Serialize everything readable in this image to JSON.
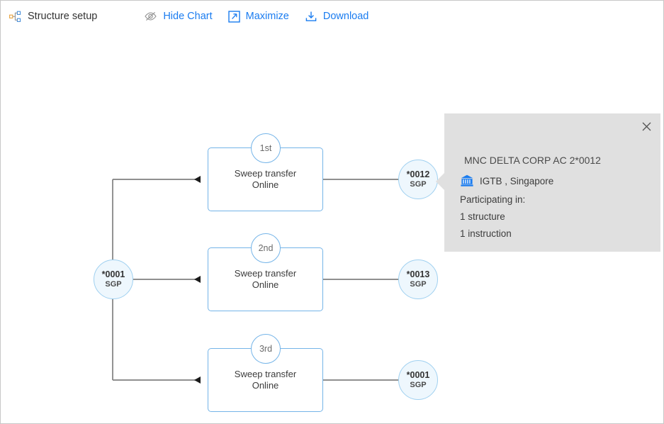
{
  "toolbar": {
    "structure_icon": "sitemap-icon",
    "structure_label": "Structure setup",
    "actions": [
      {
        "icon": "eye-slash-icon",
        "label": "Hide Chart"
      },
      {
        "icon": "maximize-icon",
        "label": "Maximize"
      },
      {
        "icon": "download-icon",
        "label": "Download"
      }
    ]
  },
  "chart": {
    "type": "sweep-structure-diagram",
    "source_account": {
      "number": "*0001",
      "country": "SGP"
    },
    "branches": [
      {
        "sequence": "1st",
        "action_line1": "Sweep transfer",
        "action_line2": "Online",
        "target_account": {
          "number": "*0012",
          "country": "SGP"
        }
      },
      {
        "sequence": "2nd",
        "action_line1": "Sweep transfer",
        "action_line2": "Online",
        "target_account": {
          "number": "*0013",
          "country": "SGP"
        }
      },
      {
        "sequence": "3rd",
        "action_line1": "Sweep transfer",
        "action_line2": "Online",
        "target_account": {
          "number": "*0001",
          "country": "SGP"
        }
      }
    ]
  },
  "tooltip": {
    "close_icon": "close-icon",
    "title": "MNC DELTA CORP AC 2*0012",
    "bank_icon": "bank-icon",
    "bank_label": "IGTB , Singapore",
    "participating_label": "Participating in:",
    "structures": "1 structure",
    "instructions": "1 instruction"
  },
  "colors": {
    "link": "#1a7cf0",
    "node_border": "#74b4e8",
    "circle_fill": "#eef7fd",
    "circle_border": "#9fd0f0",
    "connector": "#808080",
    "tooltip_bg": "#e0e0e0",
    "panel_border": "#c8c8c8"
  }
}
